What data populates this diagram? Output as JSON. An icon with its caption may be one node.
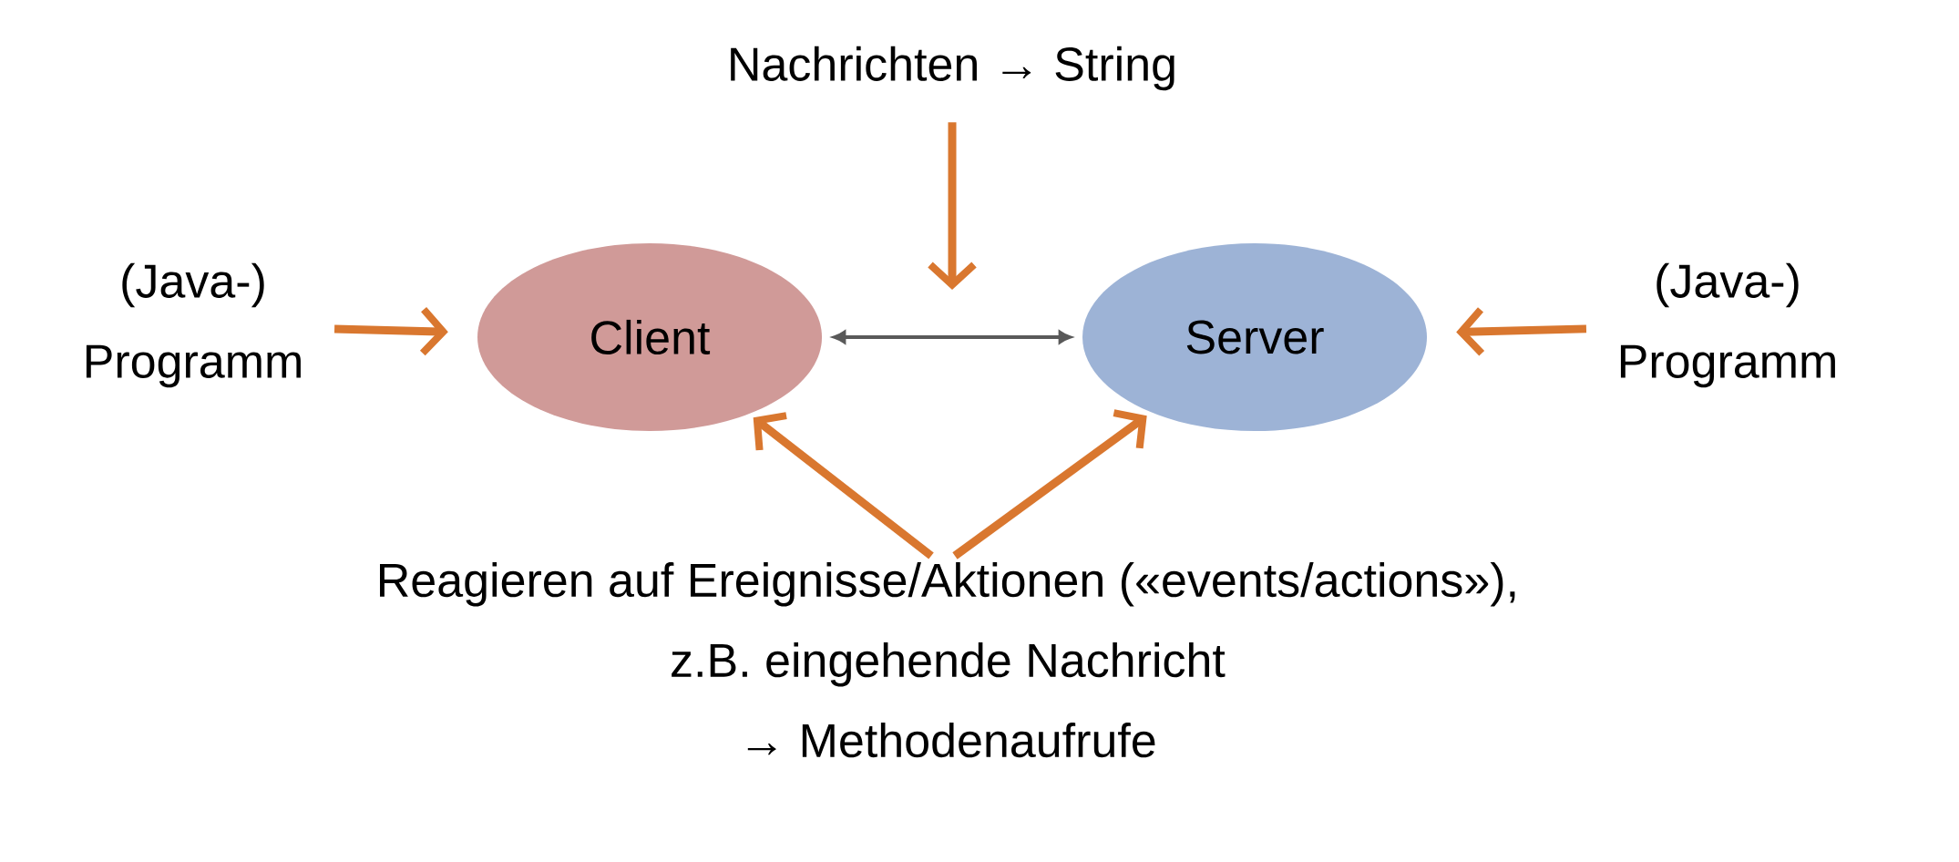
{
  "diagram": {
    "nodes": [
      {
        "text": [
          "Nachrichten → String"
        ]
      },
      {
        "text": [
          "(Java-) Programm"
        ]
      },
      {
        "text": [
          "Client"
        ]
      },
      {
        "text": [
          "Server"
        ]
      },
      {
        "text": [
          "(Java-) Programm"
        ]
      },
      {
        "text": [
          "Reagieren auf Ereignisse/Aktionen («events/actions»),",
          "z.B. eingehende Nachricht",
          "→ Methodenaufrufe"
        ]
      }
    ],
    "edges": [
      {
        "from": 0,
        "to": null,
        "arrow": "to"
      },
      {
        "from": 1,
        "to": 2,
        "arrow": "to"
      },
      {
        "from": 4,
        "to": 3,
        "arrow": "to"
      },
      {
        "from": 2,
        "to": 3,
        "arrow": "both",
        "color": "#595959"
      },
      {
        "from": 5,
        "to": 2,
        "arrow": "to"
      },
      {
        "from": 5,
        "to": 3,
        "arrow": "to"
      }
    ]
  }
}
